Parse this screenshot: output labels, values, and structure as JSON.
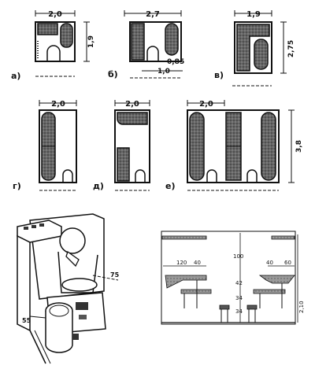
{
  "plans": {
    "a": {
      "letter": "а)",
      "width": "2,0",
      "depth": "1,9"
    },
    "b": {
      "letter": "б)",
      "width": "2,7",
      "sub_a": "0,85",
      "sub_b": "1,0"
    },
    "v": {
      "letter": "в)",
      "width": "1,9",
      "depth": "2,75"
    },
    "g": {
      "letter": "г)",
      "width": "2,0"
    },
    "d": {
      "letter": "д)",
      "width": "2,0"
    },
    "e": {
      "letter": "е)",
      "width": "2,0",
      "depth": "3,8"
    }
  },
  "perspective": {
    "dim_depth": "75",
    "dim_width": "55"
  },
  "section": {
    "dim_120": "120",
    "dim_40_left": "40",
    "dim_40_right": "40",
    "dim_60": "60",
    "dim_100": "100",
    "dim_42": "42",
    "dim_34_top": "34",
    "dim_34_bottom": "34",
    "dim_height": "2,10"
  }
}
